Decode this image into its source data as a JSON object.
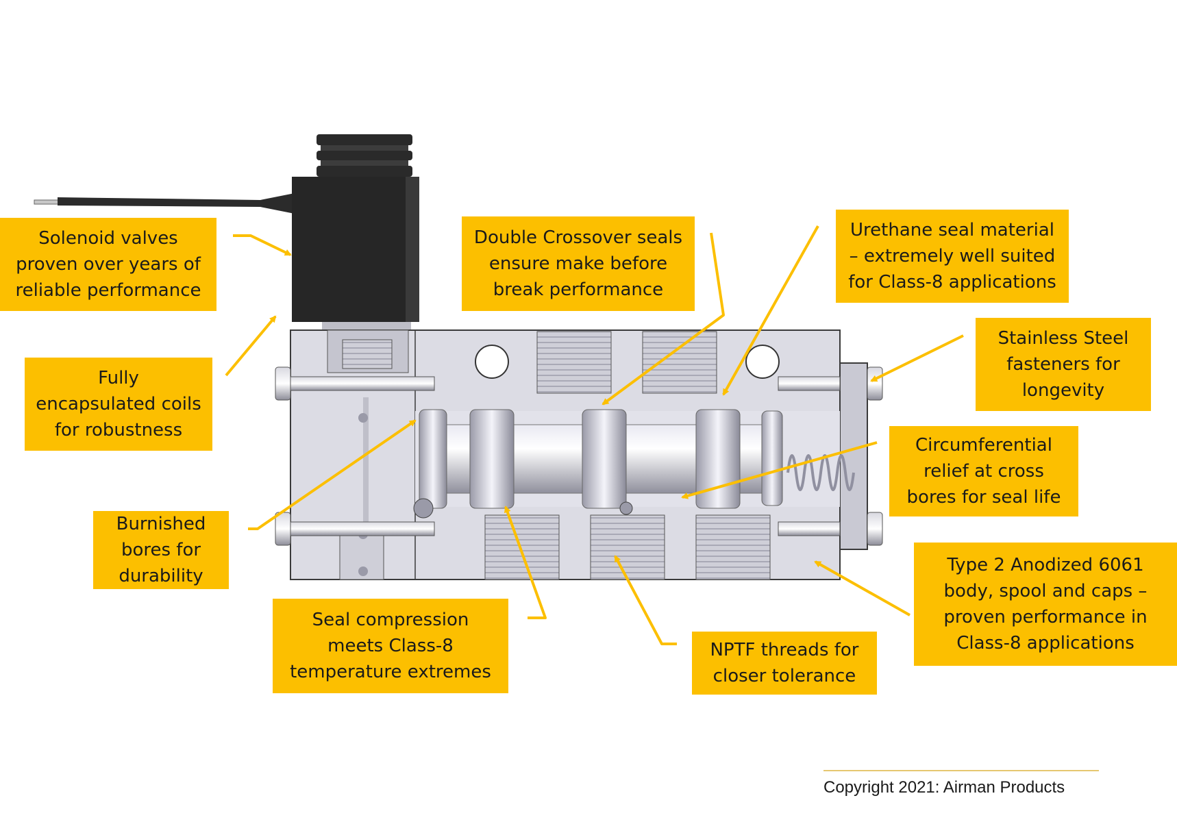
{
  "colors": {
    "callout_fill": "#fcbf00",
    "leader": "#fcbf00",
    "body": "#dcdce4",
    "solenoid": "#2a2a2a"
  },
  "callouts": {
    "solenoid": [
      "Solenoid valves",
      "proven over years of",
      "reliable performance"
    ],
    "coils": [
      "Fully",
      "encapsulated coils",
      "for robustness"
    ],
    "burnished": [
      "Burnished",
      "bores for",
      "durability"
    ],
    "seal_compression": [
      "Seal compression",
      "meets Class-8",
      "temperature extremes"
    ],
    "crossover": [
      "Double Crossover seals",
      "ensure make before",
      "break performance"
    ],
    "urethane": [
      "Urethane seal material",
      "– extremely well suited",
      "for Class-8 applications"
    ],
    "stainless": [
      "Stainless Steel",
      "fasteners for",
      "longevity"
    ],
    "circumferential": [
      "Circumferential",
      "relief at cross",
      "bores for seal life"
    ],
    "anodized": [
      "Type 2 Anodized 6061",
      "body, spool and caps –",
      "proven performance in",
      "Class-8 applications"
    ],
    "nptf": [
      "NPTF threads for",
      "closer tolerance"
    ]
  },
  "copyright": "Copyright 2021: Airman Products"
}
